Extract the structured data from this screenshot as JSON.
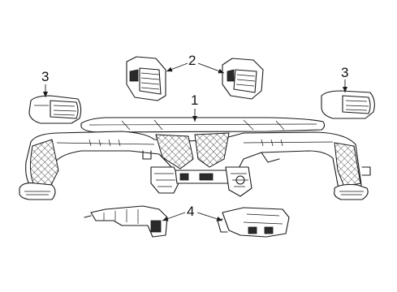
{
  "callouts": {
    "c1": "1",
    "c2": "2",
    "c3_left": "3",
    "c3_right": "3",
    "c4": "4"
  }
}
